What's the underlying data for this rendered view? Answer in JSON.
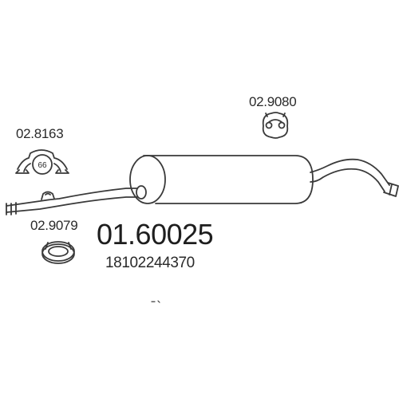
{
  "parts": {
    "main_part_number": "01.60025",
    "oem_number": "18102244370",
    "accessories": [
      {
        "id": "clamp",
        "ref": "02.8163",
        "icon": "u-clamp-icon",
        "size_label": "66"
      },
      {
        "id": "ring",
        "ref": "02.9079",
        "icon": "seal-ring-icon"
      },
      {
        "id": "hanger",
        "ref": "02.9080",
        "icon": "rubber-hanger-icon"
      }
    ]
  },
  "colors": {
    "line": "#3a3a3a",
    "text": "#2a2a2a",
    "background": "#ffffff"
  }
}
